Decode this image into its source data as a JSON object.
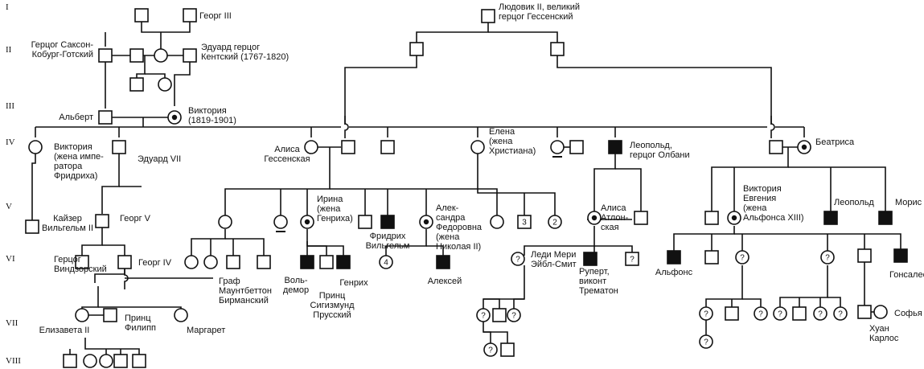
{
  "generation_labels": [
    "I",
    "II",
    "III",
    "IV",
    "V",
    "VI",
    "VII",
    "VIII"
  ],
  "people": {
    "george3": "Георг III",
    "ludwig": [
      "Людовик II, великий",
      "герцог Гессенский"
    ],
    "saxe": [
      "Герцог Саксон-",
      "Кобург-Готский"
    ],
    "edward_kent": [
      "Эдуард герцог",
      "Кентский (1767-1820)"
    ],
    "albert": "Альберт",
    "victoria": [
      "Виктория",
      "(1819-1901)"
    ],
    "victoria_pr": [
      "Виктория",
      "(жена импе-",
      "ратора",
      "Фридриха)"
    ],
    "edward7": "Эдуард VII",
    "alice": [
      "Алиса",
      "Гессенская"
    ],
    "helena": [
      "Елена",
      "(жена",
      "Христиана)"
    ],
    "leopold_albany": [
      "Леопольд,",
      "герцог Олбани"
    ],
    "beatrice": "Беатриса",
    "kaiser": [
      "Кайзер",
      "Вильгельм II"
    ],
    "george5": "Георг V",
    "irene": [
      "Ирина",
      "(жена",
      "Генриха)"
    ],
    "friedrich": [
      "Фридрих",
      "Вильгельм"
    ],
    "alexandra": [
      "Алек-",
      "сандра",
      "Федоровна",
      "(жена",
      "Николая II)"
    ],
    "alice_athlone": [
      "Алиса",
      "Атлон-",
      "ская"
    ],
    "victoria_eugenie": [
      "Виктория",
      "Евгения",
      "(жена",
      "Альфонса XIII)"
    ],
    "leopold_b": "Леопольд",
    "maurice": "Морис",
    "windsor": [
      "Герцог",
      "Виндзорский"
    ],
    "george6": "Георг IV",
    "mountbatten": [
      "Граф",
      "Маунтбеттон",
      "Бирманский"
    ],
    "waldemar": [
      "Воль-",
      "демор"
    ],
    "sigismund": [
      "Принц",
      "Сигизмунд",
      "Прусский"
    ],
    "heinrich": "Генрих",
    "alexei": "Алексей",
    "lady_mary": [
      "Леди Мери",
      "Эйбл-Смит"
    ],
    "rupert": [
      "Руперт,",
      "виконт",
      "Трематон"
    ],
    "alfonso": "Альфонс",
    "gonzalo": "Гонсалес",
    "elizabeth": "Елизавета II",
    "philip": [
      "Принц",
      "Филипп"
    ],
    "margaret": "Маргарет",
    "juan_carlos": [
      "Хуан",
      "Карлос"
    ],
    "sofia": "Софья"
  },
  "sibling_counts": [
    "3",
    "2",
    "4"
  ],
  "unknown_mark": "?"
}
